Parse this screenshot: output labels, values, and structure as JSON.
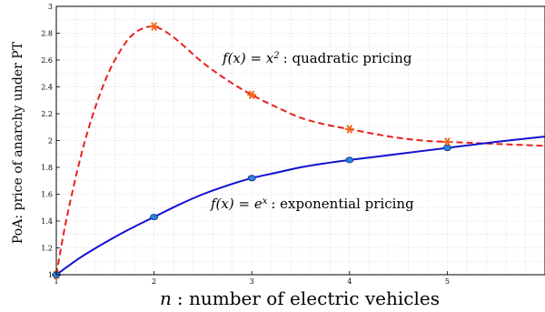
{
  "chart_data": {
    "type": "line",
    "xlabel_var": "n",
    "xlabel_rest": ": number of electric vehicles",
    "ylabel": "PoA: price of anarchy under PT",
    "xlim": [
      1,
      6
    ],
    "ylim": [
      1,
      3
    ],
    "x_ticks": [
      1,
      2,
      3,
      4,
      5
    ],
    "y_ticks": [
      1,
      1.2,
      1.4,
      1.6,
      1.8,
      2,
      2.2,
      2.4,
      2.6,
      2.8,
      3
    ],
    "grid": true,
    "series": [
      {
        "label_math": "f(x) = x",
        "label_sup": "2",
        "label_text": ": quadratic pricing",
        "color": "#e8221b",
        "style": "dashed",
        "marker": "star",
        "marker_color": "#ee6a1c",
        "curve": {
          "x": [
            1,
            1.1,
            1.25,
            1.4,
            1.55,
            1.7,
            1.8,
            1.9,
            2,
            2.1,
            2.25,
            2.5,
            2.75,
            3,
            3.25,
            3.5,
            3.75,
            4,
            4.25,
            4.5,
            4.75,
            5,
            5.5,
            6
          ],
          "y": [
            1.0,
            1.4,
            1.88,
            2.25,
            2.53,
            2.72,
            2.8,
            2.84,
            2.85,
            2.82,
            2.74,
            2.58,
            2.45,
            2.34,
            2.25,
            2.17,
            2.12,
            2.085,
            2.05,
            2.02,
            2.0,
            1.99,
            1.975,
            1.96
          ]
        },
        "markers": {
          "x": [
            1,
            2,
            3,
            4,
            5
          ],
          "y": [
            1.0,
            2.85,
            2.34,
            2.085,
            1.99
          ]
        }
      },
      {
        "label_math": "f(x) = e",
        "label_sup": "x",
        "label_text": ": exponential pricing",
        "color": "#1010d0",
        "style": "solid",
        "marker": "circle",
        "marker_color": "#2a86e0",
        "curve": {
          "x": [
            1,
            1.25,
            1.5,
            1.75,
            2,
            2.25,
            2.5,
            2.75,
            3,
            3.25,
            3.5,
            3.75,
            4,
            4.5,
            5,
            5.5,
            6
          ],
          "y": [
            1.0,
            1.13,
            1.24,
            1.34,
            1.43,
            1.52,
            1.6,
            1.665,
            1.72,
            1.76,
            1.8,
            1.83,
            1.855,
            1.9,
            1.945,
            1.99,
            2.03
          ]
        },
        "markers": {
          "x": [
            1,
            2,
            3,
            4,
            5
          ],
          "y": [
            1.0,
            1.43,
            1.72,
            1.855,
            1.945
          ]
        }
      }
    ]
  }
}
